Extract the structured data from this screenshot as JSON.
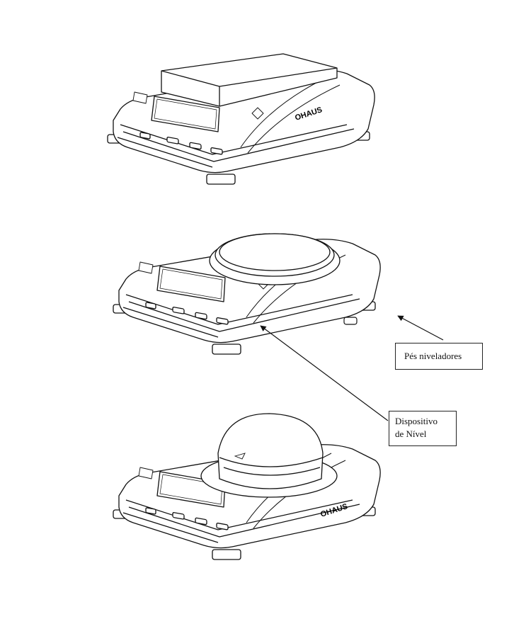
{
  "brand": "OHAUS",
  "callouts": {
    "leveling_feet": "Pés niveladores",
    "level_device_line1": "Dispositivo",
    "level_device_line2": "de Nível"
  }
}
